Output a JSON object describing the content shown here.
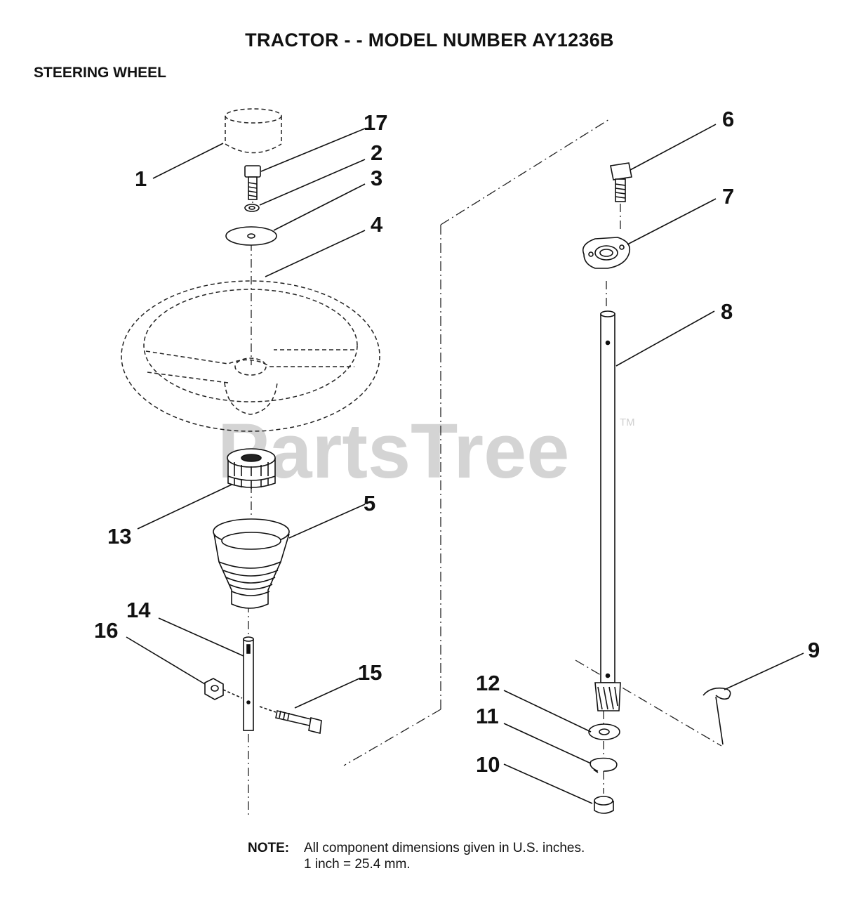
{
  "title": "TRACTOR - - MODEL NUMBER  AY1236B",
  "section": "STEERING WHEEL",
  "watermark": "PartsTree",
  "watermark_tm": "TM",
  "callouts": [
    "1",
    "2",
    "3",
    "4",
    "5",
    "6",
    "7",
    "8",
    "9",
    "10",
    "11",
    "12",
    "13",
    "14",
    "15",
    "16",
    "17"
  ],
  "note": {
    "label": "NOTE:",
    "line1": "All component dimensions given in U.S. inches.",
    "line2": "1 inch = 25.4 mm."
  }
}
